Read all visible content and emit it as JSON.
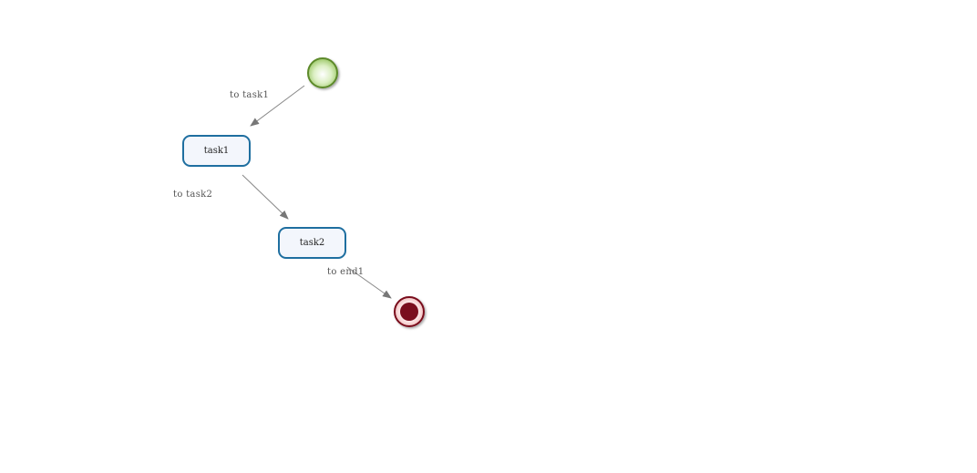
{
  "diagram": {
    "start_event": {
      "type": "start",
      "color": "#8fbf5a"
    },
    "tasks": [
      {
        "id": "task1",
        "label": "task1"
      },
      {
        "id": "task2",
        "label": "task2"
      }
    ],
    "end_event": {
      "type": "end",
      "color": "#7a0e1e"
    },
    "flows": [
      {
        "from": "start",
        "to": "task1",
        "label": "to task1"
      },
      {
        "from": "task1",
        "to": "task2",
        "label": "to task2"
      },
      {
        "from": "task2",
        "to": "end",
        "label": "to end1"
      }
    ],
    "colors": {
      "task_border": "#1f6fa0",
      "task_fill": "#f3f6fc",
      "flow_line": "#888888"
    }
  }
}
